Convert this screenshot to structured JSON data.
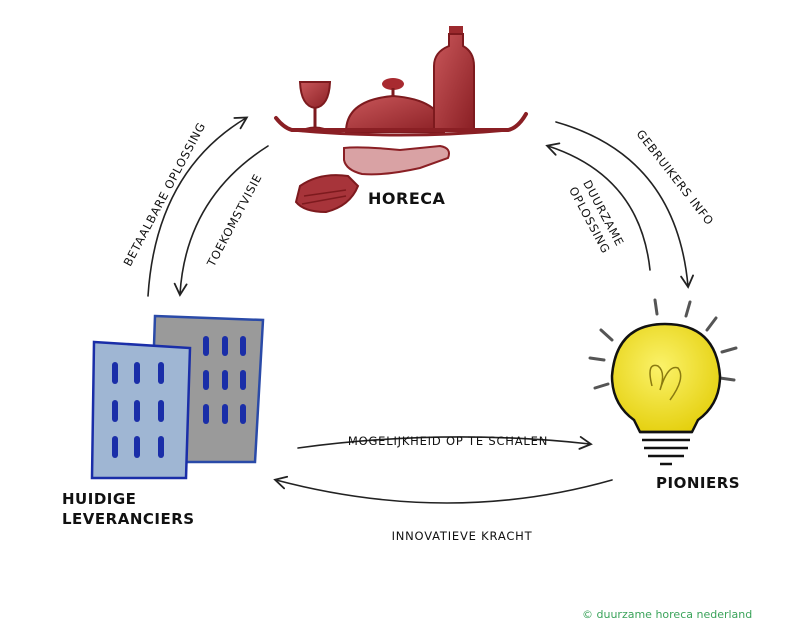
{
  "nodes": {
    "horeca": "HORECA",
    "pioniers": "PIONIERS",
    "leveranciers_line1": "HUIDIGE",
    "leveranciers_line2": "LEVERANCIERS"
  },
  "flows": {
    "betaalbare_oplossing": "BETAALBARE OPLOSSING",
    "toekomstvisie": "TOEKOMSTVISIE",
    "duurzame_line1": "DUURZAME",
    "duurzame_line2": "OPLOSSING",
    "gebruikers_info": "GEBRUIKERS INFO",
    "mogelijkheid": "MOGELIJKHEID OP TE SCHALEN",
    "innovatieve_kracht": "INNOVATIEVE KRACHT"
  },
  "credit": "© duurzame horeca nederland",
  "colors": {
    "wine": "#9c2a2e",
    "bulb_yellow": "#f2e21b",
    "building_blue": "#9fb6d3",
    "building_gray": "#9a9a9a",
    "window_blue": "#1a2ea8",
    "credit_green": "#3aa35a"
  }
}
